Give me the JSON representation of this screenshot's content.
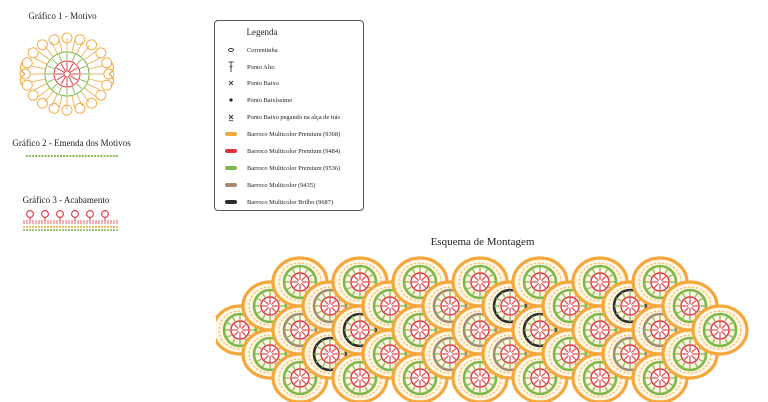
{
  "charts": {
    "g1_title": "Gráfico 1 - Motivo",
    "g2_title": "Gráfico 2 - Emenda dos Motivos",
    "g3_title": "Gráfico 3 - Acabamento"
  },
  "legend": {
    "title": "Legenda",
    "items": [
      {
        "symbol": "chain-icon",
        "label": "Correntinha"
      },
      {
        "symbol": "double-crochet-icon",
        "label": "Ponto Alto"
      },
      {
        "symbol": "single-crochet-icon",
        "label": "Ponto Baixo"
      },
      {
        "symbol": "slip-stitch-icon",
        "label": "Ponto Baixíssimo"
      },
      {
        "symbol": "back-loop-sc-icon",
        "label": "Ponto Baixo pegando na alça de trás"
      },
      {
        "symbol": "swatch",
        "color": "#F4A73A",
        "label": "Barroco Multicolor Premium (9368)"
      },
      {
        "symbol": "swatch",
        "color": "#E0343A",
        "label": "Barroco Multicolor Premium (9484)"
      },
      {
        "symbol": "swatch",
        "color": "#7FB84A",
        "label": "Barroco Multicolor Premium (9536)"
      },
      {
        "symbol": "swatch",
        "color": "#A38A74",
        "label": "Barroco Multicolor (9435)"
      },
      {
        "symbol": "swatch",
        "color": "#2E2E2E",
        "label": "Barroco Multicolor Brilho (9687)"
      }
    ]
  },
  "assembly": {
    "title": "Esquema de Montagem"
  }
}
